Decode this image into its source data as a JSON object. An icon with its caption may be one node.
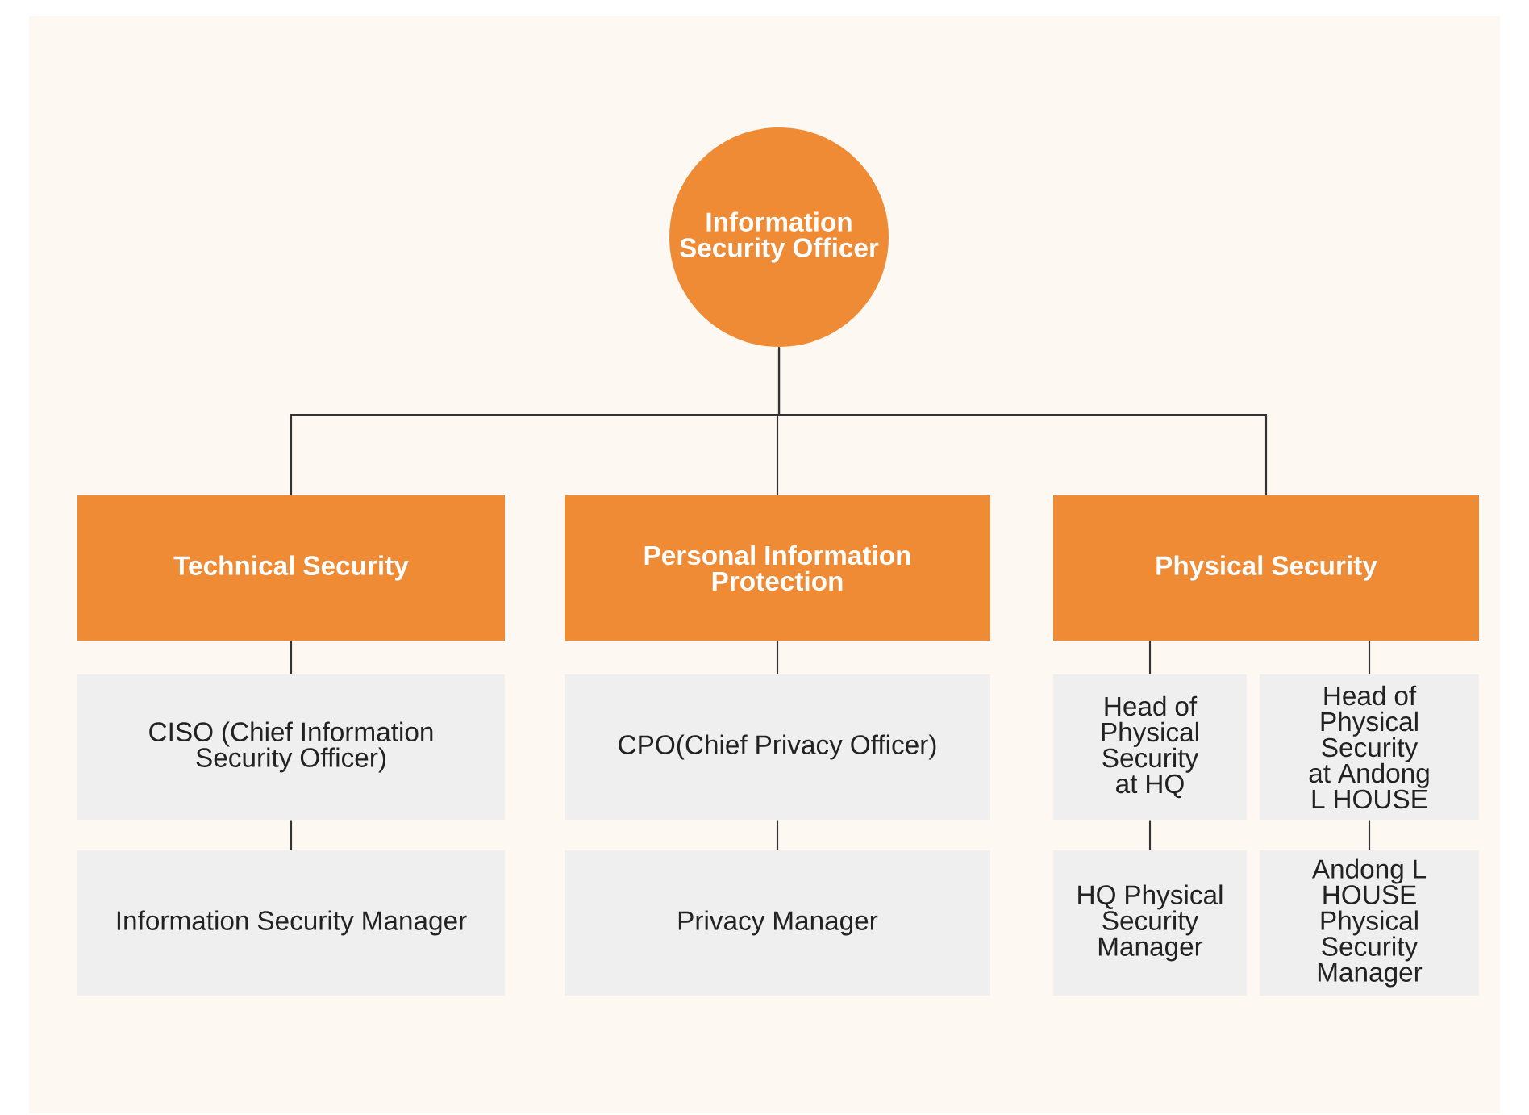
{
  "diagram": {
    "nodes": [
      {
        "text": [
          "Information Security Officer"
        ]
      },
      {
        "text": [
          "Technical Security"
        ]
      },
      {
        "text": [
          "Personal Information Protection"
        ]
      },
      {
        "text": [
          "Physical Security"
        ]
      },
      {
        "text": [
          "CISO (Chief Information Security Officer)"
        ]
      },
      {
        "text": [
          "Information Security Manager"
        ]
      },
      {
        "text": [
          "CPO(Chief Privacy Officer)"
        ]
      },
      {
        "text": [
          "Privacy Manager"
        ]
      },
      {
        "text": [
          "Head of Physical Security at HQ"
        ]
      },
      {
        "text": [
          "Head of Physical Security at Andong L HOUSE"
        ]
      },
      {
        "text": [
          "HQ Physical Security Manager"
        ]
      },
      {
        "text": [
          "Andong L HOUSE Physical Security Manager"
        ]
      }
    ],
    "edges": [
      {
        "from": 0,
        "to": 1,
        "arrow": "none"
      },
      {
        "from": 0,
        "to": 2,
        "arrow": "none"
      },
      {
        "from": 0,
        "to": 3,
        "arrow": "none"
      },
      {
        "from": 1,
        "to": 4,
        "arrow": "none"
      },
      {
        "from": 4,
        "to": 5,
        "arrow": "none"
      },
      {
        "from": 2,
        "to": 6,
        "arrow": "none"
      },
      {
        "from": 6,
        "to": 7,
        "arrow": "none"
      },
      {
        "from": 3,
        "to": 8,
        "arrow": "none"
      },
      {
        "from": 3,
        "to": 9,
        "arrow": "none"
      },
      {
        "from": 8,
        "to": 10,
        "arrow": "none"
      },
      {
        "from": 9,
        "to": 11,
        "arrow": "none"
      }
    ]
  }
}
